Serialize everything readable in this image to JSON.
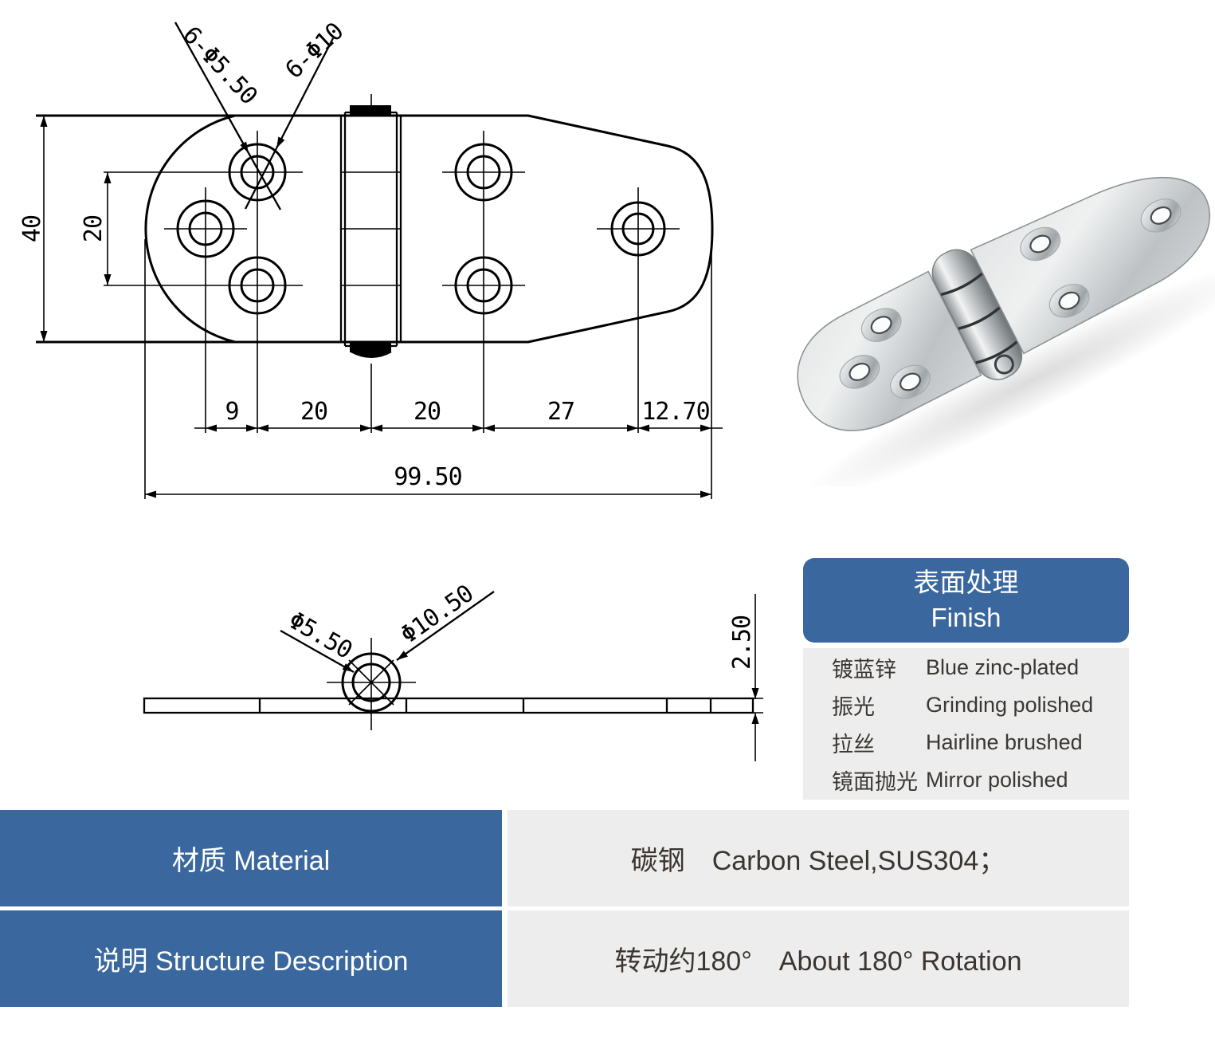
{
  "colors": {
    "accent_blue": "#3A689E",
    "cell_gray": "#EDEDED",
    "text_dark": "#3B3530",
    "line_black": "#000000"
  },
  "drawing": {
    "plan": {
      "label_small_holes": "6-Φ5.50",
      "label_large_holes": "6-Φ10",
      "dim_height": "40",
      "dim_hole_spacing": "20",
      "dim_segments": [
        "9",
        "20",
        "20",
        "27",
        "12.70"
      ],
      "dim_total": "99.50"
    },
    "side": {
      "dim_pin": "Φ5.50",
      "dim_knuckle": "Φ10.50",
      "dim_thickness": "2.50"
    }
  },
  "finish_table": {
    "title_zh": "表面处理",
    "title_en": "Finish",
    "rows": [
      {
        "zh": "镀蓝锌",
        "en": "Blue zinc-plated"
      },
      {
        "zh": "振光",
        "en": "Grinding polished"
      },
      {
        "zh": "拉丝",
        "en": "Hairline brushed"
      },
      {
        "zh": "镜面抛光",
        "en": "Mirror polished"
      }
    ]
  },
  "spec_table": {
    "rows": [
      {
        "label": "材质 Material",
        "value": "碳钢　Carbon Steel,SUS304；"
      },
      {
        "label": "说明 Structure Description",
        "value": "转动约180°　About 180° Rotation"
      }
    ]
  }
}
